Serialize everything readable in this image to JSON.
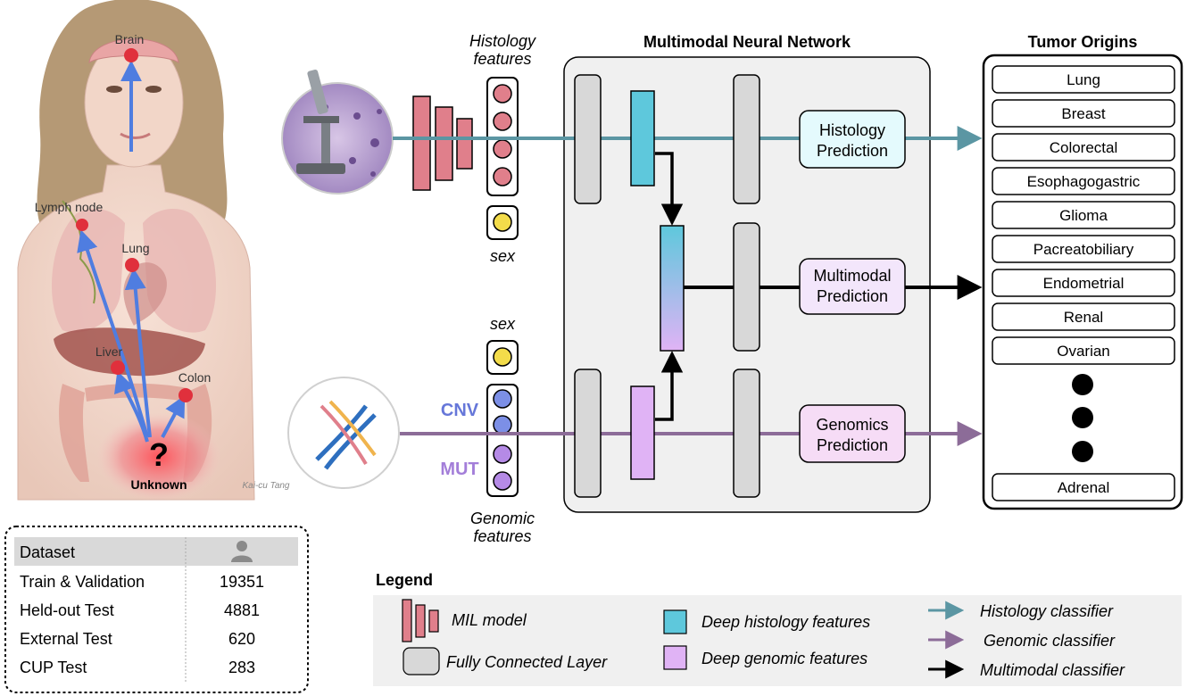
{
  "colors": {
    "histology_line": "#5b96a3",
    "genomic_line": "#8c6c98",
    "multimodal_line": "#000000",
    "mil_bar": "#e07f8b",
    "deep_histology": "#5ec8dc",
    "deep_genomic": "#e0b3f5",
    "fc_layer": "#d8d8d8",
    "sex_node": "#f3dc4a",
    "cnv_node": "#7c8fe6",
    "mut_node": "#b58ae6",
    "cnv_label": "#6677d9",
    "mut_label": "#a37ed9",
    "hist_pred_box": "#e4fafd",
    "multi_pred_box": "#f3e6fb",
    "gen_pred_box": "#f6dcf6",
    "anatomy_arrow": "#4f7de0",
    "unknown_glow": "#e8323a"
  },
  "anatomy": {
    "sites": [
      {
        "id": "brain",
        "label": "Brain"
      },
      {
        "id": "lymph",
        "label": "Lymph node"
      },
      {
        "id": "lung",
        "label": "Lung"
      },
      {
        "id": "liver",
        "label": "Liver"
      },
      {
        "id": "colon",
        "label": "Colon"
      }
    ],
    "unknown_label": "Unknown",
    "question_mark": "?",
    "signature": "Kai-cu Tang"
  },
  "dataset_table": {
    "headers": [
      "Dataset",
      "person-icon"
    ],
    "rows": [
      {
        "name": "Train & Validation",
        "count": "19351"
      },
      {
        "name": "Held-out Test",
        "count": "4881"
      },
      {
        "name": "External Test",
        "count": "620"
      },
      {
        "name": "CUP Test",
        "count": "283"
      }
    ]
  },
  "inputs": {
    "histology_features_line1": "Histology",
    "histology_features_line2": "features",
    "sex_top": "sex",
    "sex_bottom": "sex",
    "cnv_label": "CNV",
    "mut_label": "MUT",
    "genomic_features_line1": "Genomic",
    "genomic_features_line2": "features",
    "microscope_icon": "microscope-icon",
    "dna_icon": "dna-helix-icon"
  },
  "network": {
    "title": "Multimodal Neural Network",
    "histology_pred_line1": "Histology",
    "histology_pred_line2": "Prediction",
    "multimodal_pred_line1": "Multimodal",
    "multimodal_pred_line2": "Prediction",
    "genomics_pred_line1": "Genomics",
    "genomics_pred_line2": "Prediction"
  },
  "tumor_origins": {
    "title": "Tumor Origins",
    "items": [
      "Lung",
      "Breast",
      "Colorectal",
      "Esophagogastric",
      "Glioma",
      "Pacreatobiliary",
      "Endometrial",
      "Renal",
      "Ovarian"
    ],
    "last": "Adrenal"
  },
  "legend": {
    "title": "Legend",
    "mil_model": "MIL model",
    "fully_connected": "Fully Connected Layer",
    "deep_histology": "Deep histology features",
    "deep_genomic": "Deep genomic features",
    "histology_classifier": "Histology classifier",
    "genomic_classifier": "Genomic classifier",
    "multimodal_classifier": "Multimodal classifier"
  }
}
